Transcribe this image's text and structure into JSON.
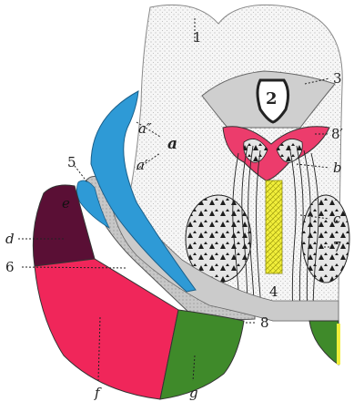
{
  "labels": {
    "n1": "1",
    "n2": "2",
    "n3": "3",
    "n4": "4",
    "n5": "5",
    "n6": "6",
    "n7": "7",
    "n8": "8",
    "n8p": "8′",
    "a": "a",
    "a_upper": "a″",
    "a_lower": "a′",
    "b": "b",
    "c": "c",
    "d": "d",
    "e": "e",
    "f": "f",
    "g": "g"
  },
  "colors": {
    "stipple_bg": "#f4f4f4",
    "blue": "#2e9ad6",
    "gray_region": "#c9c9c9",
    "light_gray": "#e2e2e2",
    "purple": "#5a0f35",
    "red": "#f0265a",
    "green": "#3f8a2a",
    "yellow": "#f1ee3a",
    "pink": "#ec3c6c",
    "dark": "#222222"
  }
}
